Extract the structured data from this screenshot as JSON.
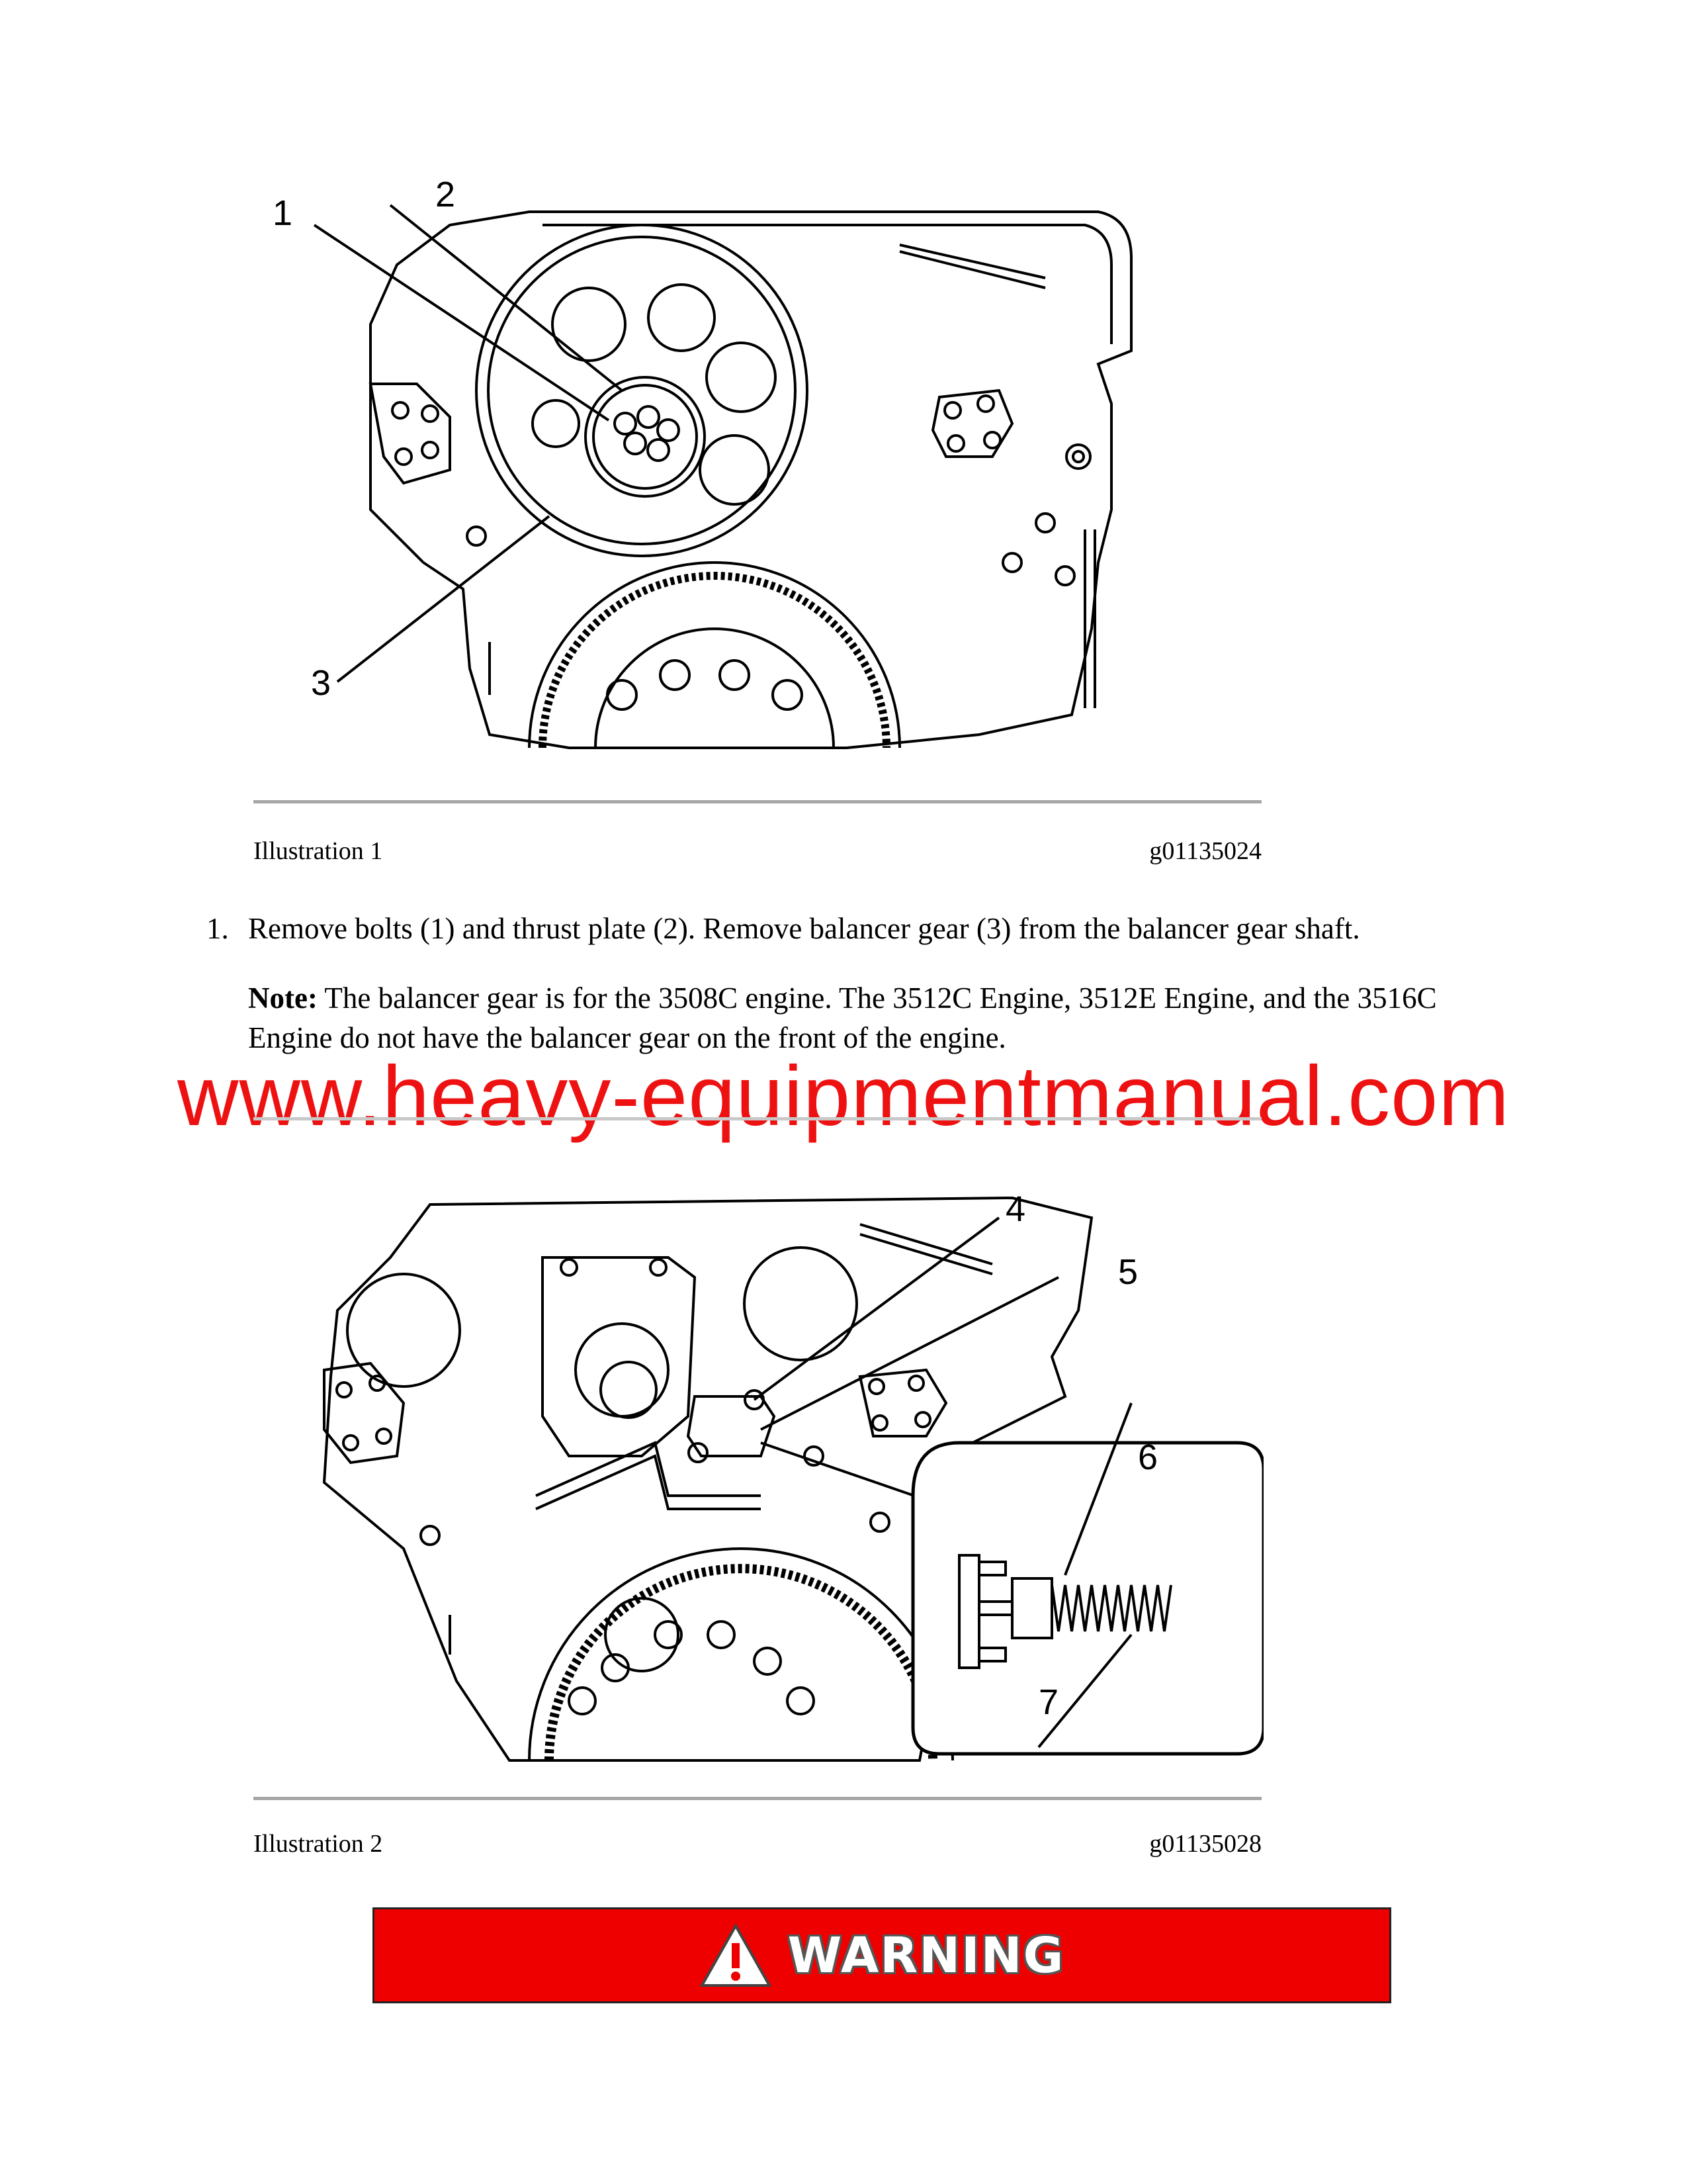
{
  "illustration1": {
    "caption_label": "Illustration 1",
    "caption_id": "g01135024",
    "callouts": [
      "1",
      "2",
      "3"
    ]
  },
  "step1": {
    "number": "1.",
    "text": "Remove bolts (1) and thrust plate (2). Remove balancer gear (3) from the balancer gear shaft.",
    "note_label": "Note:",
    "note_text": " The balancer gear is for the 3508C engine. The 3512C Engine, 3512E Engine, and the 3516C Engine do not have the balancer gear on the front of the engine."
  },
  "watermark": "www.heavy-equipmentmanual.com",
  "illustration2": {
    "caption_label": "Illustration 2",
    "caption_id": "g01135028",
    "callouts": [
      "4",
      "5",
      "6",
      "7"
    ]
  },
  "warning": {
    "label": "WARNING",
    "icon": "warning-triangle-icon"
  },
  "colors": {
    "watermark": "#ee1111",
    "warning_background": "#ee0000",
    "rule": "#a6a6a6"
  }
}
